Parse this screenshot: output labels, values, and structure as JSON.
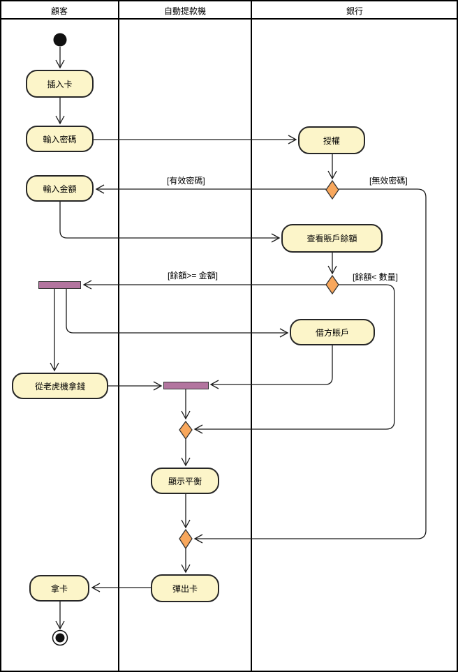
{
  "lanes": [
    {
      "label": "顧客"
    },
    {
      "label": "自動提款機"
    },
    {
      "label": "銀行"
    }
  ],
  "nodes": {
    "insert_card": {
      "label": "插入卡"
    },
    "enter_pin": {
      "label": "輸入密碼"
    },
    "enter_amount": {
      "label": "輸入金額"
    },
    "authorize": {
      "label": "授權"
    },
    "check_balance": {
      "label": "查看賬戶餘額"
    },
    "debit_account": {
      "label": "借方賬戶"
    },
    "take_money": {
      "label": "從老虎機拿錢"
    },
    "show_balance": {
      "label": "顯示平衡"
    },
    "eject_card": {
      "label": "彈出卡"
    },
    "take_card": {
      "label": "拿卡"
    }
  },
  "guards": {
    "valid_pin": "[有效密碼]",
    "invalid_pin": "[無效密碼]",
    "balance_ge": "[餘額>= 金額]",
    "balance_lt": "[餘額< 數量]"
  },
  "colors": {
    "activity_fill": "#fcf5c9",
    "activity_border": "#262626",
    "decision_fill": "#f8a75c",
    "fork_bar_fill": "#b3759f",
    "line": "#1a1a1a",
    "lane_border": "#000000"
  }
}
